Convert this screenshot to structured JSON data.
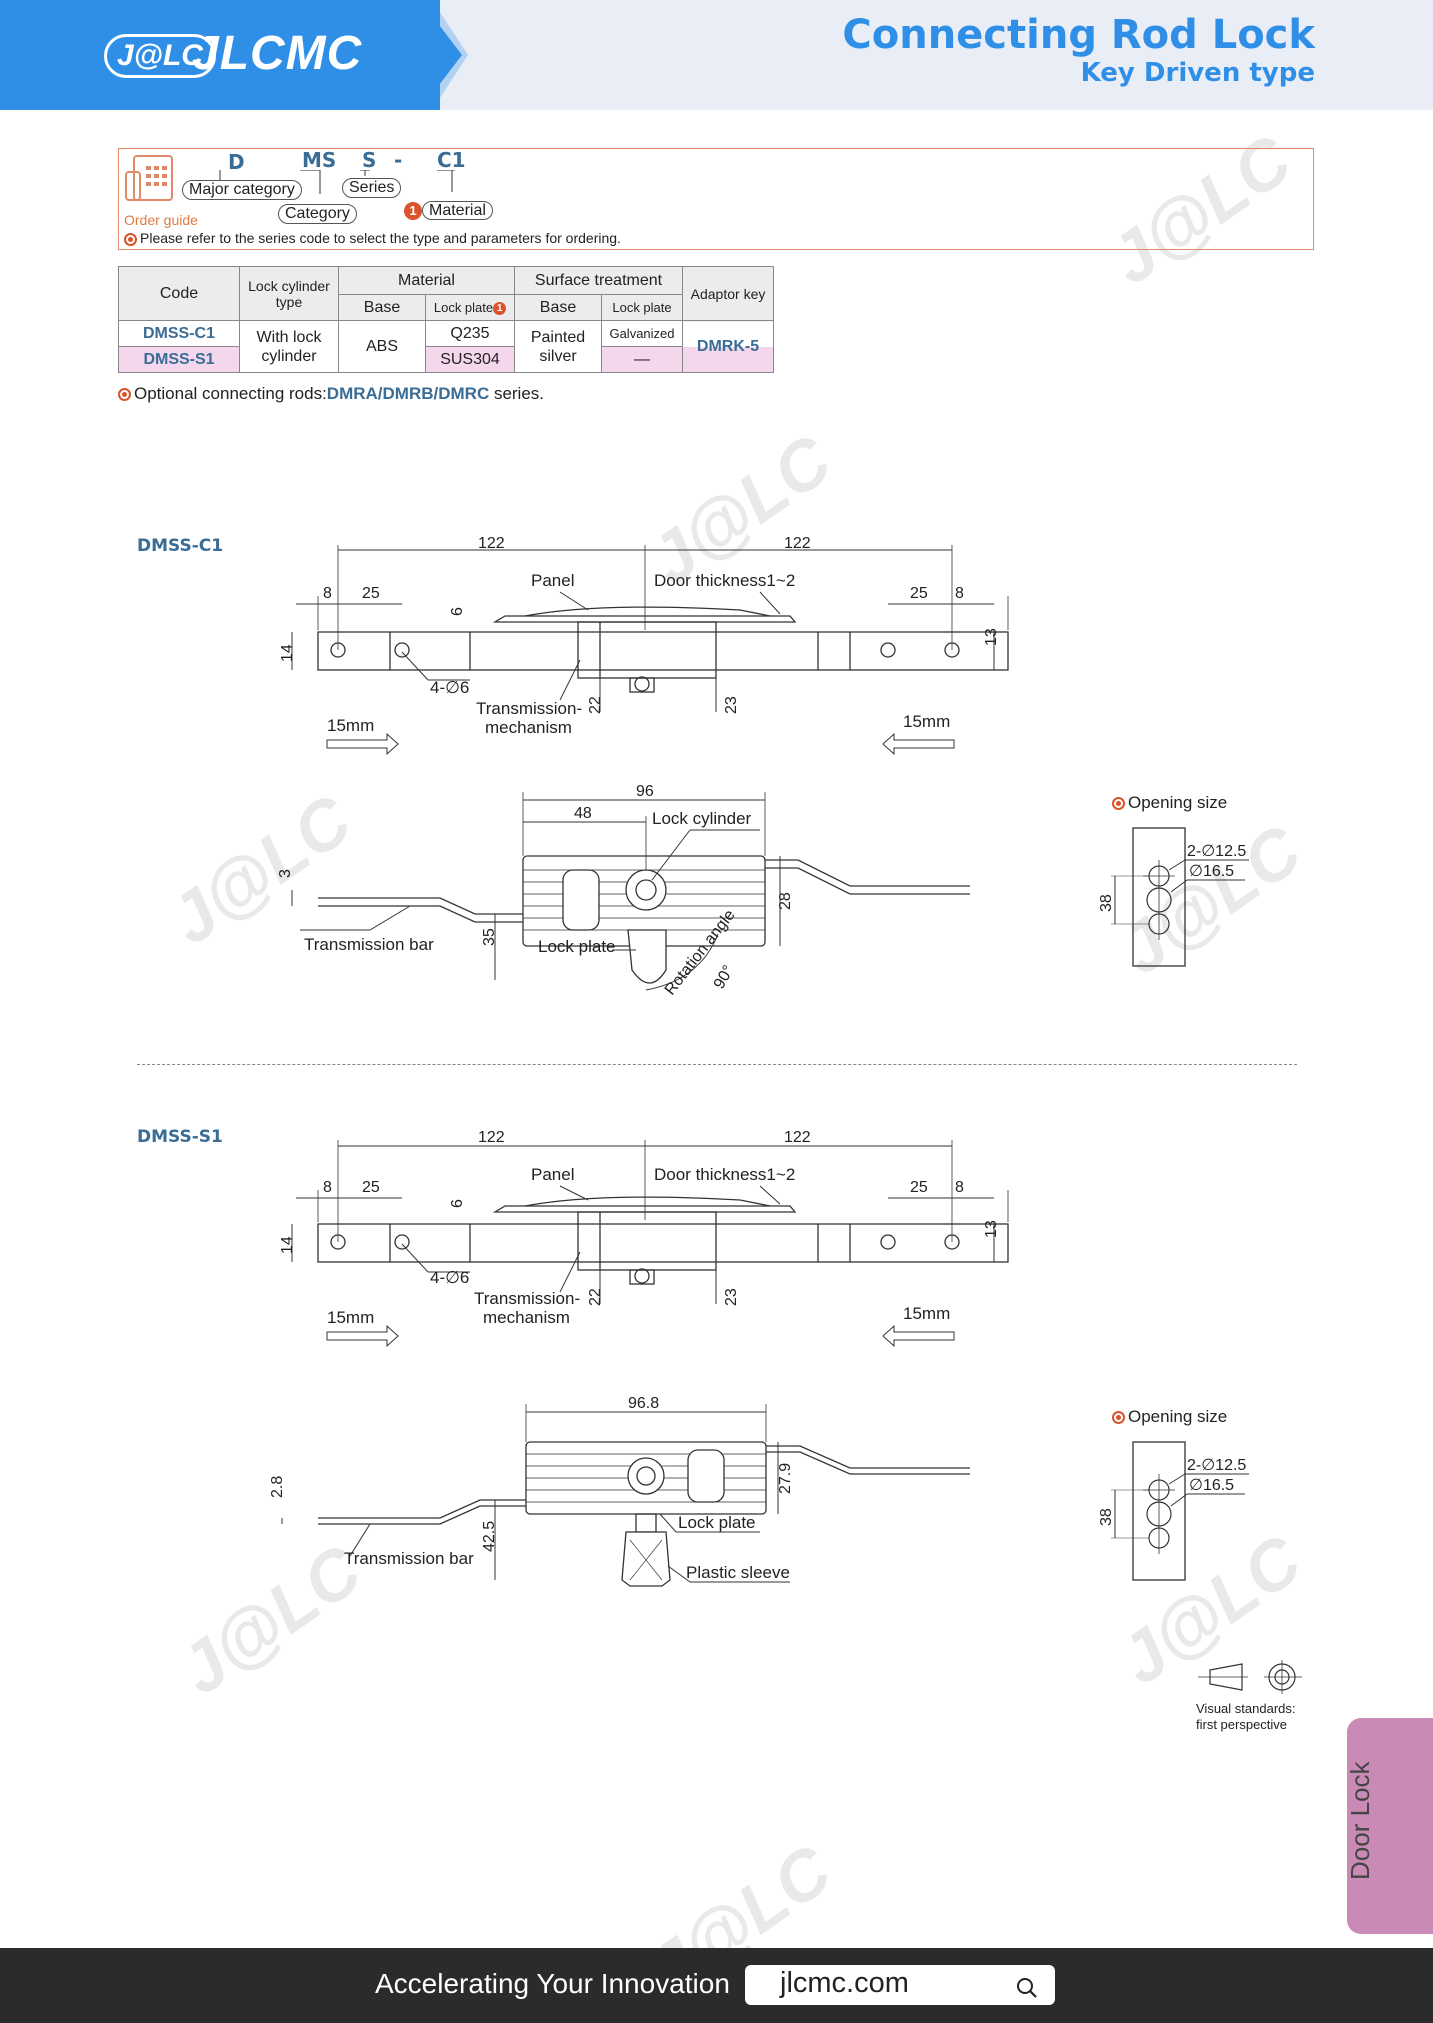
{
  "header": {
    "logo_mark": "J@LC",
    "logo_text": "JLCMC",
    "title": "Connecting Rod Lock",
    "subtitle": "Key Driven type"
  },
  "order_guide": {
    "code_parts": [
      "D",
      "MS",
      "S",
      "-",
      "C1"
    ],
    "major_category": "Major category",
    "category": "Category",
    "series": "Series",
    "material_num": "1",
    "material": "Material",
    "label": "Order guide",
    "note": "Please refer to the series code to select the type and parameters for ordering."
  },
  "table": {
    "headers": {
      "code": "Code",
      "lock_cylinder_type": "Lock cylinder type",
      "material": "Material",
      "surface_treatment": "Surface treatment",
      "adaptor_key": "Adaptor key",
      "base": "Base",
      "lock_plate": "Lock plate"
    },
    "rows": [
      {
        "code": "DMSS-C1",
        "lock_plate_material": "Q235",
        "lock_plate_surface": "Galvanized"
      },
      {
        "code": "DMSS-S1",
        "lock_plate_material": "SUS304",
        "lock_plate_surface": "—"
      }
    ],
    "shared": {
      "lock_cylinder": "With lock cylinder",
      "base_material": "ABS",
      "base_surface": "Painted silver",
      "adaptor_key": "DMRK-5"
    }
  },
  "optional_note": {
    "prefix": "Optional connecting rods:",
    "series": "DMRA/DMRB/DMRC",
    "suffix": " series."
  },
  "drawing_c1": {
    "title": "DMSS-C1",
    "dims": {
      "d122a": "122",
      "d122b": "122",
      "d8a": "8",
      "d25a": "25",
      "d25b": "25",
      "d8b": "8",
      "d6": "6",
      "d14": "14",
      "d13": "13",
      "d22": "22",
      "d23": "23",
      "d96": "96",
      "d48": "48",
      "d3": "3",
      "d28": "28",
      "d35": "35",
      "angle": "90°"
    },
    "labels": {
      "panel": "Panel",
      "door": "Door thickness1~2",
      "holes": "4-∅6",
      "trans1": "Transmission-",
      "trans2": "mechanism",
      "left_travel": "15mm",
      "right_travel": "15mm",
      "lock_cylinder": "Lock cylinder",
      "bar": "Transmission bar",
      "lock_plate": "Lock plate",
      "rotation": "Rotation angle"
    }
  },
  "drawing_s1": {
    "title": "DMSS-S1",
    "dims": {
      "d122a": "122",
      "d122b": "122",
      "d8a": "8",
      "d25a": "25",
      "d25b": "25",
      "d8b": "8",
      "d6": "6",
      "d14": "14",
      "d13": "13",
      "d22": "22",
      "d23": "23",
      "d96": "96.8",
      "d3": "2.8",
      "d28": "27.9",
      "d42": "42.5"
    },
    "labels": {
      "panel": "Panel",
      "door": "Door thickness1~2",
      "holes": "4-∅6",
      "trans1": "Transmission-",
      "trans2": "mechanism",
      "left_travel": "15mm",
      "right_travel": "15mm",
      "bar": "Transmission bar",
      "lock_plate": "Lock plate",
      "sleeve": "Plastic sleeve"
    }
  },
  "opening_size": {
    "title": "Opening size",
    "d1": "2-∅12.5",
    "d2": "∅16.5",
    "h": "38"
  },
  "visual_standards": {
    "line1": "Visual standards:",
    "line2": "first perspective"
  },
  "side_tab": "Door Lock",
  "footer": {
    "slogan": "Accelerating Your Innovation",
    "url": "jlcmc.com"
  },
  "colors": {
    "brand_blue": "#2f8fe6",
    "code_blue": "#3a6d96",
    "accent_red": "#d9532b",
    "side_tab": "#c98ab6"
  }
}
